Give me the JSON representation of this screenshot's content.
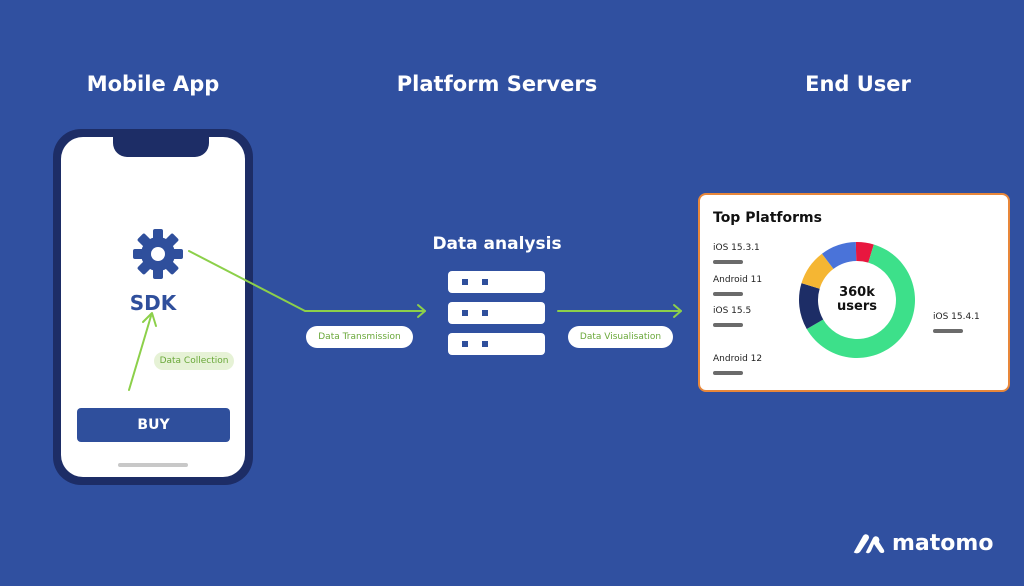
{
  "columns": {
    "mobile": "Mobile App",
    "servers": "Platform Servers",
    "end_user": "End User"
  },
  "phone": {
    "sdk_label": "SDK",
    "collection_label": "Data Collection",
    "buy_label": "BUY",
    "icon": "gear-icon"
  },
  "servers": {
    "title": "Data analysis"
  },
  "connectors": {
    "transmission": "Data Transmission",
    "visualisation": "Data Visualisation"
  },
  "dashboard": {
    "title": "Top Platforms",
    "center_value": "360k",
    "center_unit": "users",
    "legend": [
      "iOS 15.3.1",
      "Android 11",
      "iOS 15.5",
      "Android 12",
      "iOS 15.4.1"
    ],
    "segments": [
      {
        "color": "#e8173f",
        "fraction": 0.05
      },
      {
        "color": "#3de08a",
        "fraction": 0.62
      },
      {
        "color": "#1d2d66",
        "fraction": 0.13
      },
      {
        "color": "#f5b633",
        "fraction": 0.1
      },
      {
        "color": "#4a73d9",
        "fraction": 0.1
      }
    ]
  },
  "logo": {
    "text": "matomo"
  },
  "colors": {
    "background": "#3050a0",
    "brand": "#2f4f9c",
    "arrow": "#8cd04a",
    "card_border": "#e8873a"
  }
}
